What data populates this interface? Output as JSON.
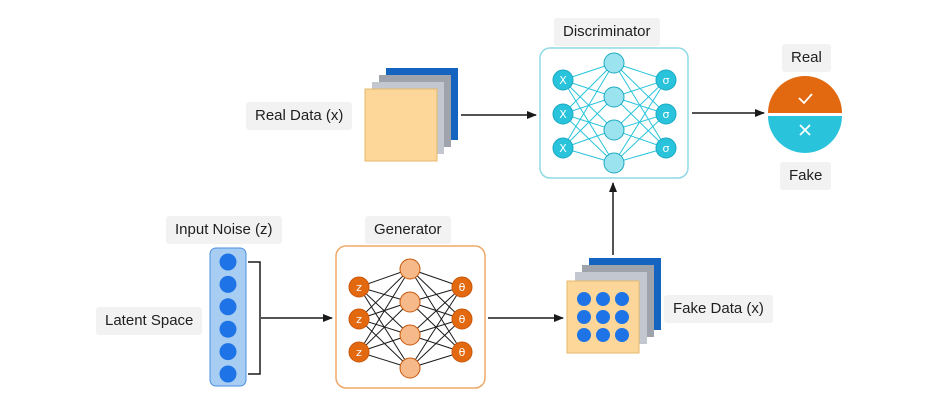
{
  "labels": {
    "real_data": "Real Data (x)",
    "discriminator": "Discriminator",
    "real": "Real",
    "fake": "Fake",
    "input_noise": "Input Noise (z)",
    "generator": "Generator",
    "latent_space": "Latent Space",
    "fake_data": "Fake Data (x)"
  },
  "discriminator": {
    "input_symbol": "X",
    "output_symbol": "σ",
    "layers": [
      3,
      4,
      3
    ]
  },
  "generator": {
    "input_symbol": "z",
    "output_symbol": "θ",
    "layers": [
      3,
      4,
      3
    ]
  },
  "latent_vector_size": 6,
  "fake_data_grid": [
    3,
    3
  ],
  "output_icons": {
    "real": "checkmark-icon",
    "fake": "cross-icon"
  },
  "colors": {
    "real_data": "#fdd79a",
    "real_stack_back": "#1565c0",
    "discriminator_node": "#29c4dc",
    "discriminator_border": "#8fdae6",
    "generator_node_io": "#e2690f",
    "generator_node_hidden": "#f5b98a",
    "generator_border": "#f0a868",
    "latent_node": "#1e74e6",
    "latent_bg": "#a8cdf2",
    "real_half": "#e2690f",
    "fake_half": "#29c4dc"
  }
}
